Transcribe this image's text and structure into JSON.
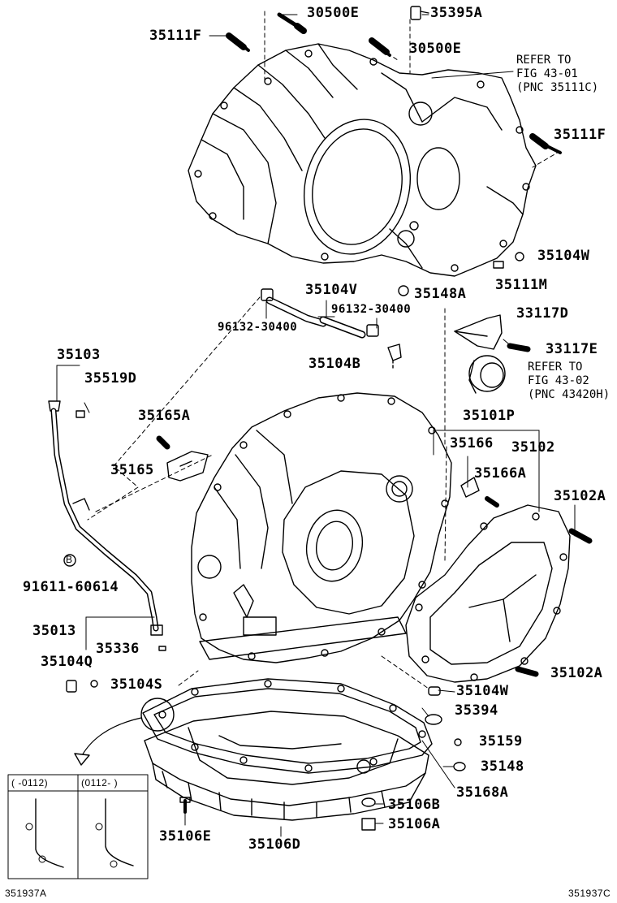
{
  "labels": {
    "l30500E_top": "30500E",
    "l35395A": "35395A",
    "l35111F_left": "35111F",
    "l30500E_mid": "30500E",
    "l35111F_right": "35111F",
    "l35104W_top": "35104W",
    "l35111M": "35111M",
    "l35148A": "35148A",
    "l35104V": "35104V",
    "l96132_right": "96132-30400",
    "l96132_left": "96132-30400",
    "l33117D": "33117D",
    "l33117E": "33117E",
    "l35104B": "35104B",
    "l35103": "35103",
    "l35519D": "35519D",
    "l35165A": "35165A",
    "l35165": "35165",
    "l35101P": "35101P",
    "l35166": "35166",
    "l35102": "35102",
    "l35166A": "35166A",
    "l35102A_top": "35102A",
    "l91611": "91611-60614",
    "l35013": "35013",
    "l35336": "35336",
    "l35104Q": "35104Q",
    "l35104S": "35104S",
    "l35102A_bot": "35102A",
    "l35104W_bot": "35104W",
    "l35394": "35394",
    "l35159": "35159",
    "l35148": "35148",
    "l35168A": "35168A",
    "l35106B": "35106B",
    "l35106A": "35106A",
    "l35106E": "35106E",
    "l35106D": "35106D"
  },
  "references": {
    "fig1_line1": "REFER TO",
    "fig1_line2": "FIG 43-01",
    "fig1_line3": "(PNC 35111C)",
    "fig2_line1": "REFER TO",
    "fig2_line2": "FIG 43-02",
    "fig2_line3": "(PNC 43420H)"
  },
  "inset": {
    "col1": "(    -0112)",
    "col2": "(0112-     )"
  },
  "bolt_marker": "B",
  "footer": {
    "left_code": "351937A",
    "right_code": "351937C"
  }
}
